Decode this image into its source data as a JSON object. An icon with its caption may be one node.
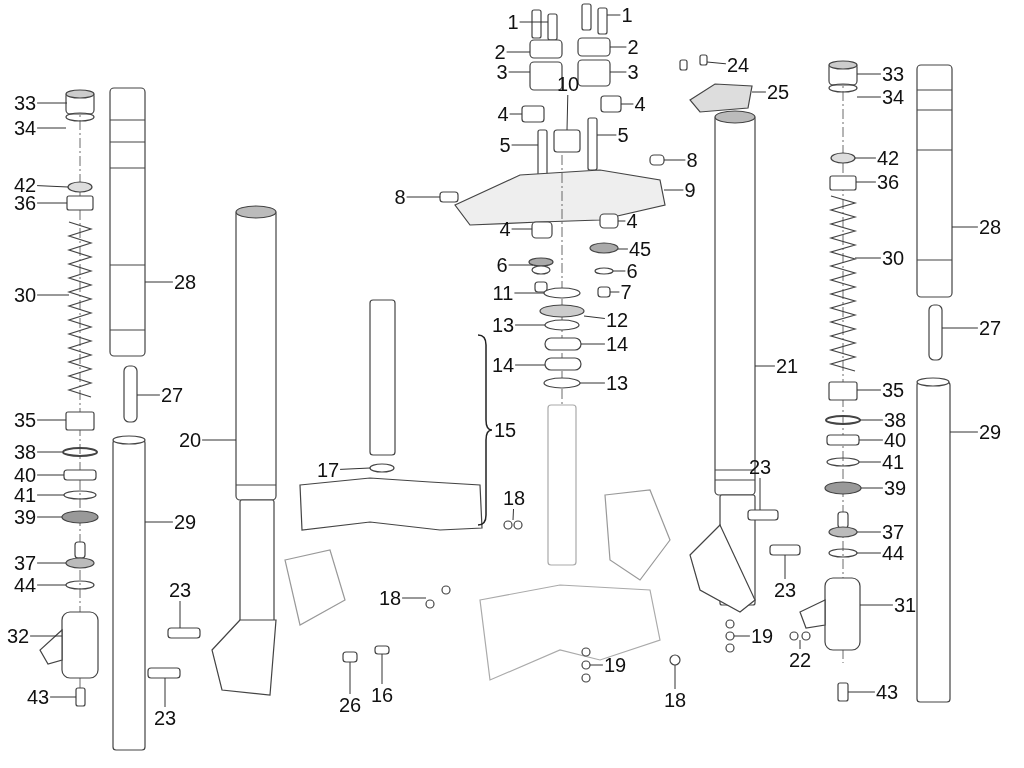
{
  "diagram": {
    "nodes": [
      {
        "text": [
          "33"
        ]
      },
      {
        "text": [
          "34"
        ]
      },
      {
        "text": [
          "42"
        ]
      },
      {
        "text": [
          "36"
        ]
      },
      {
        "text": [
          "30"
        ]
      },
      {
        "text": [
          "28"
        ]
      },
      {
        "text": [
          "27"
        ]
      },
      {
        "text": [
          "35"
        ]
      },
      {
        "text": [
          "38"
        ]
      },
      {
        "text": [
          "40"
        ]
      },
      {
        "text": [
          "41"
        ]
      },
      {
        "text": [
          "39"
        ]
      },
      {
        "text": [
          "29"
        ]
      },
      {
        "text": [
          "37"
        ]
      },
      {
        "text": [
          "44"
        ]
      },
      {
        "text": [
          "32"
        ]
      },
      {
        "text": [
          "43"
        ]
      },
      {
        "text": [
          "20"
        ]
      },
      {
        "text": [
          "23"
        ]
      },
      {
        "text": [
          "23"
        ]
      },
      {
        "text": [
          "17"
        ]
      },
      {
        "text": [
          "26"
        ]
      },
      {
        "text": [
          "16"
        ]
      },
      {
        "text": [
          "1"
        ]
      },
      {
        "text": [
          "2"
        ]
      },
      {
        "text": [
          "3"
        ]
      },
      {
        "text": [
          "4"
        ]
      },
      {
        "text": [
          "10"
        ]
      },
      {
        "text": [
          "5"
        ]
      },
      {
        "text": [
          "1"
        ]
      },
      {
        "text": [
          "2"
        ]
      },
      {
        "text": [
          "3"
        ]
      },
      {
        "text": [
          "4"
        ]
      },
      {
        "text": [
          "5"
        ]
      },
      {
        "text": [
          "24"
        ]
      },
      {
        "text": [
          "25"
        ]
      },
      {
        "text": [
          "8"
        ]
      },
      {
        "text": [
          "9"
        ]
      },
      {
        "text": [
          "8"
        ]
      },
      {
        "text": [
          "4"
        ]
      },
      {
        "text": [
          "4"
        ]
      },
      {
        "text": [
          "45"
        ]
      },
      {
        "text": [
          "6"
        ]
      },
      {
        "text": [
          "6"
        ]
      },
      {
        "text": [
          "7"
        ]
      },
      {
        "text": [
          "11"
        ]
      },
      {
        "text": [
          "12"
        ]
      },
      {
        "text": [
          "13"
        ]
      },
      {
        "text": [
          "14"
        ]
      },
      {
        "text": [
          "14"
        ]
      },
      {
        "text": [
          "13"
        ]
      },
      {
        "text": [
          "21"
        ]
      },
      {
        "text": [
          "18"
        ]
      },
      {
        "text": [
          "18"
        ]
      },
      {
        "text": [
          "23"
        ]
      },
      {
        "text": [
          "23"
        ]
      },
      {
        "text": [
          "19"
        ]
      },
      {
        "text": [
          "19"
        ]
      },
      {
        "text": [
          "22"
        ]
      },
      {
        "text": [
          "18"
        ]
      },
      {
        "text": [
          "33"
        ]
      },
      {
        "text": [
          "34"
        ]
      },
      {
        "text": [
          "42"
        ]
      },
      {
        "text": [
          "36"
        ]
      },
      {
        "text": [
          "30"
        ]
      },
      {
        "text": [
          "28"
        ]
      },
      {
        "text": [
          "27"
        ]
      },
      {
        "text": [
          "35"
        ]
      },
      {
        "text": [
          "38"
        ]
      },
      {
        "text": [
          "40"
        ]
      },
      {
        "text": [
          "41"
        ]
      },
      {
        "text": [
          "39"
        ]
      },
      {
        "text": [
          "29"
        ]
      },
      {
        "text": [
          "37"
        ]
      },
      {
        "text": [
          "44"
        ]
      },
      {
        "text": [
          "31"
        ]
      },
      {
        "text": [
          "43"
        ]
      }
    ],
    "edges": [
      {
        "from": 0,
        "to": null,
        "arrow": "none"
      },
      {
        "from": 1,
        "to": null,
        "arrow": "none"
      },
      {
        "from": 2,
        "to": null,
        "arrow": "none"
      },
      {
        "from": 3,
        "to": null,
        "arrow": "none"
      },
      {
        "from": 4,
        "to": null,
        "arrow": "none"
      },
      {
        "from": 5,
        "to": null,
        "arrow": "none"
      },
      {
        "from": 6,
        "to": null,
        "arrow": "none"
      },
      {
        "from": 7,
        "to": null,
        "arrow": "none"
      },
      {
        "from": 8,
        "to": null,
        "arrow": "none"
      },
      {
        "from": 9,
        "to": null,
        "arrow": "none"
      },
      {
        "from": 10,
        "to": null,
        "arrow": "none"
      },
      {
        "from": 11,
        "to": null,
        "arrow": "none"
      },
      {
        "from": 12,
        "to": null,
        "arrow": "none"
      },
      {
        "from": 13,
        "to": null,
        "arrow": "none"
      },
      {
        "from": 14,
        "to": null,
        "arrow": "none"
      },
      {
        "from": 15,
        "to": null,
        "arrow": "none"
      },
      {
        "from": 16,
        "to": null,
        "arrow": "none"
      },
      {
        "from": 17,
        "to": null,
        "arrow": "none"
      },
      {
        "from": 18,
        "to": null,
        "arrow": "none"
      },
      {
        "from": 19,
        "to": null,
        "arrow": "none"
      },
      {
        "from": 20,
        "to": null,
        "arrow": "none"
      },
      {
        "from": 21,
        "to": null,
        "arrow": "none"
      },
      {
        "from": 22,
        "to": null,
        "arrow": "none"
      },
      {
        "from": 23,
        "to": null,
        "arrow": "none"
      },
      {
        "from": 24,
        "to": null,
        "arrow": "none"
      },
      {
        "from": 25,
        "to": null,
        "arrow": "none"
      },
      {
        "from": 26,
        "to": null,
        "arrow": "none"
      },
      {
        "from": 27,
        "to": null,
        "arrow": "none"
      },
      {
        "from": 28,
        "to": null,
        "arrow": "none"
      },
      {
        "from": 29,
        "to": null,
        "arrow": "none"
      },
      {
        "from": 30,
        "to": null,
        "arrow": "none"
      },
      {
        "from": 31,
        "to": null,
        "arrow": "none"
      },
      {
        "from": 32,
        "to": null,
        "arrow": "none"
      },
      {
        "from": 33,
        "to": null,
        "arrow": "none"
      },
      {
        "from": 34,
        "to": null,
        "arrow": "none"
      },
      {
        "from": 35,
        "to": null,
        "arrow": "none"
      },
      {
        "from": 36,
        "to": null,
        "arrow": "none"
      },
      {
        "from": 37,
        "to": null,
        "arrow": "none"
      },
      {
        "from": 38,
        "to": null,
        "arrow": "none"
      },
      {
        "from": 39,
        "to": null,
        "arrow": "none"
      },
      {
        "from": 40,
        "to": null,
        "arrow": "none"
      },
      {
        "from": 41,
        "to": null,
        "arrow": "none"
      },
      {
        "from": 42,
        "to": null,
        "arrow": "none"
      },
      {
        "from": 43,
        "to": null,
        "arrow": "none"
      },
      {
        "from": 44,
        "to": null,
        "arrow": "none"
      },
      {
        "from": 45,
        "to": null,
        "arrow": "none"
      },
      {
        "from": 46,
        "to": null,
        "arrow": "none"
      },
      {
        "from": 47,
        "to": null,
        "arrow": "none"
      },
      {
        "from": 48,
        "to": null,
        "arrow": "none"
      },
      {
        "from": 49,
        "to": null,
        "arrow": "none"
      },
      {
        "from": 50,
        "to": null,
        "arrow": "none"
      },
      {
        "from": 51,
        "to": null,
        "arrow": "none"
      },
      {
        "from": 52,
        "to": null,
        "arrow": "none"
      },
      {
        "from": 53,
        "to": null,
        "arrow": "none"
      },
      {
        "from": 54,
        "to": null,
        "arrow": "none"
      },
      {
        "from": 55,
        "to": null,
        "arrow": "none"
      },
      {
        "from": 56,
        "to": null,
        "arrow": "none"
      },
      {
        "from": 57,
        "to": null,
        "arrow": "none"
      },
      {
        "from": 58,
        "to": null,
        "arrow": "none"
      },
      {
        "from": 59,
        "to": null,
        "arrow": "none"
      },
      {
        "from": 60,
        "to": null,
        "arrow": "none"
      },
      {
        "from": 61,
        "to": null,
        "arrow": "none"
      },
      {
        "from": 62,
        "to": null,
        "arrow": "none"
      },
      {
        "from": 63,
        "to": null,
        "arrow": "none"
      },
      {
        "from": 64,
        "to": null,
        "arrow": "none"
      },
      {
        "from": 65,
        "to": null,
        "arrow": "none"
      },
      {
        "from": 66,
        "to": null,
        "arrow": "none"
      },
      {
        "from": 67,
        "to": null,
        "arrow": "none"
      },
      {
        "from": 68,
        "to": null,
        "arrow": "none"
      },
      {
        "from": 69,
        "to": null,
        "arrow": "none"
      },
      {
        "from": 70,
        "to": null,
        "arrow": "none"
      },
      {
        "from": 71,
        "to": null,
        "arrow": "none"
      },
      {
        "from": 72,
        "to": null,
        "arrow": "none"
      },
      {
        "from": 73,
        "to": null,
        "arrow": "none"
      },
      {
        "from": 74,
        "to": null,
        "arrow": "none"
      },
      {
        "from": 75,
        "to": null,
        "arrow": "none"
      },
      {
        "from": 76,
        "to": null,
        "arrow": "none"
      }
    ],
    "labels": [
      "15"
    ]
  }
}
